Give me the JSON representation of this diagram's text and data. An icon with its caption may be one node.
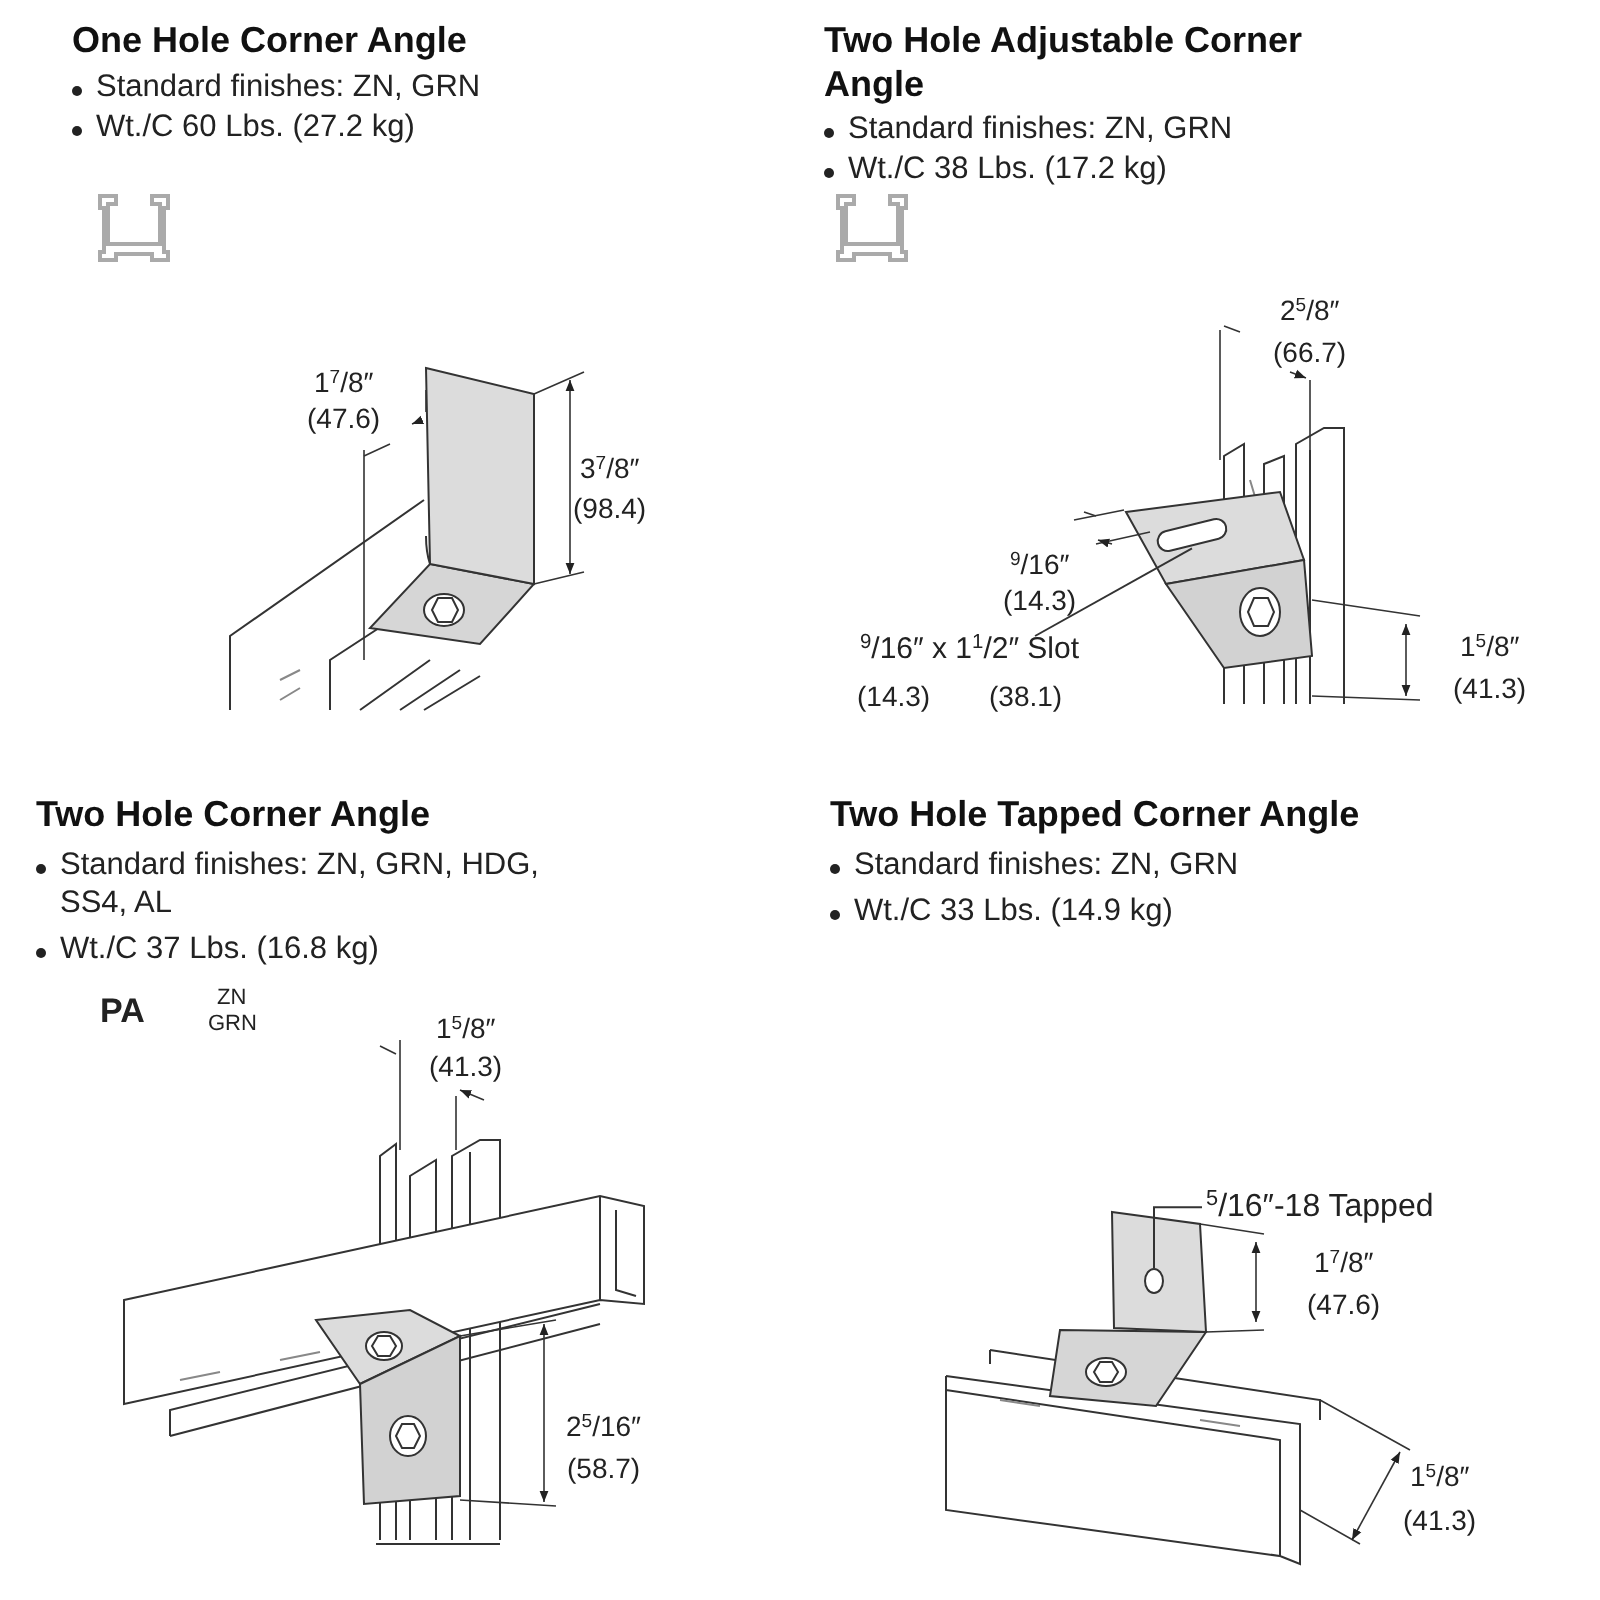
{
  "diagram": {
    "nodes": [
      {
        "text": [
          "$^{9}$/16″ x 1$^{1}$/2″ Slot"
        ]
      },
      {
        "text": [],
        "shape": "slot"
      },
      {
        "text": [
          "$^{5}$/16″-18 Tapped"
        ]
      },
      {
        "text": [],
        "shape": "circle"
      }
    ],
    "edges": [
      {
        "from": 0,
        "to": 1,
        "arrow": "none"
      },
      {
        "from": 2,
        "to": 3,
        "arrow": "none"
      }
    ],
    "labels": [
      "One Hole Corner Angle",
      "Standard finishes: ZN, GRN",
      "Wt./C 60 Lbs. (27.2 kg)",
      "Two Hole Adjustable Corner Angle",
      "Standard finishes: ZN, GRN",
      "Wt./C 38 Lbs. (17.2 kg)",
      "1$^{7}$/8″",
      "(47.6)",
      "3$^{7}$/8″",
      "(98.4)",
      "2$^{5}$/8″",
      "(66.7)",
      "$^{9}$/16″",
      "(14.3)",
      "1$^{5}$/8″",
      "(41.3)",
      "Two Hole Corner Angle",
      "Standard finishes: ZN, GRN, HDG, SS4, AL",
      "Wt./C 37 Lbs. (16.8 kg)",
      "Two Hole Tapped Corner Angle",
      "Standard finishes: ZN, GRN",
      "Wt./C 33 Lbs. (14.9 kg)",
      "PA",
      "ZN",
      "GRN",
      "1$^{5}$/8″",
      "(41.3)",
      "2$^{5}$/16″",
      "(58.7)",
      "1$^{7}$/8″",
      "(47.6)",
      "1$^{5}$/8″",
      "(41.3)",
      "(14.3)",
      "(38.1)"
    ]
  }
}
